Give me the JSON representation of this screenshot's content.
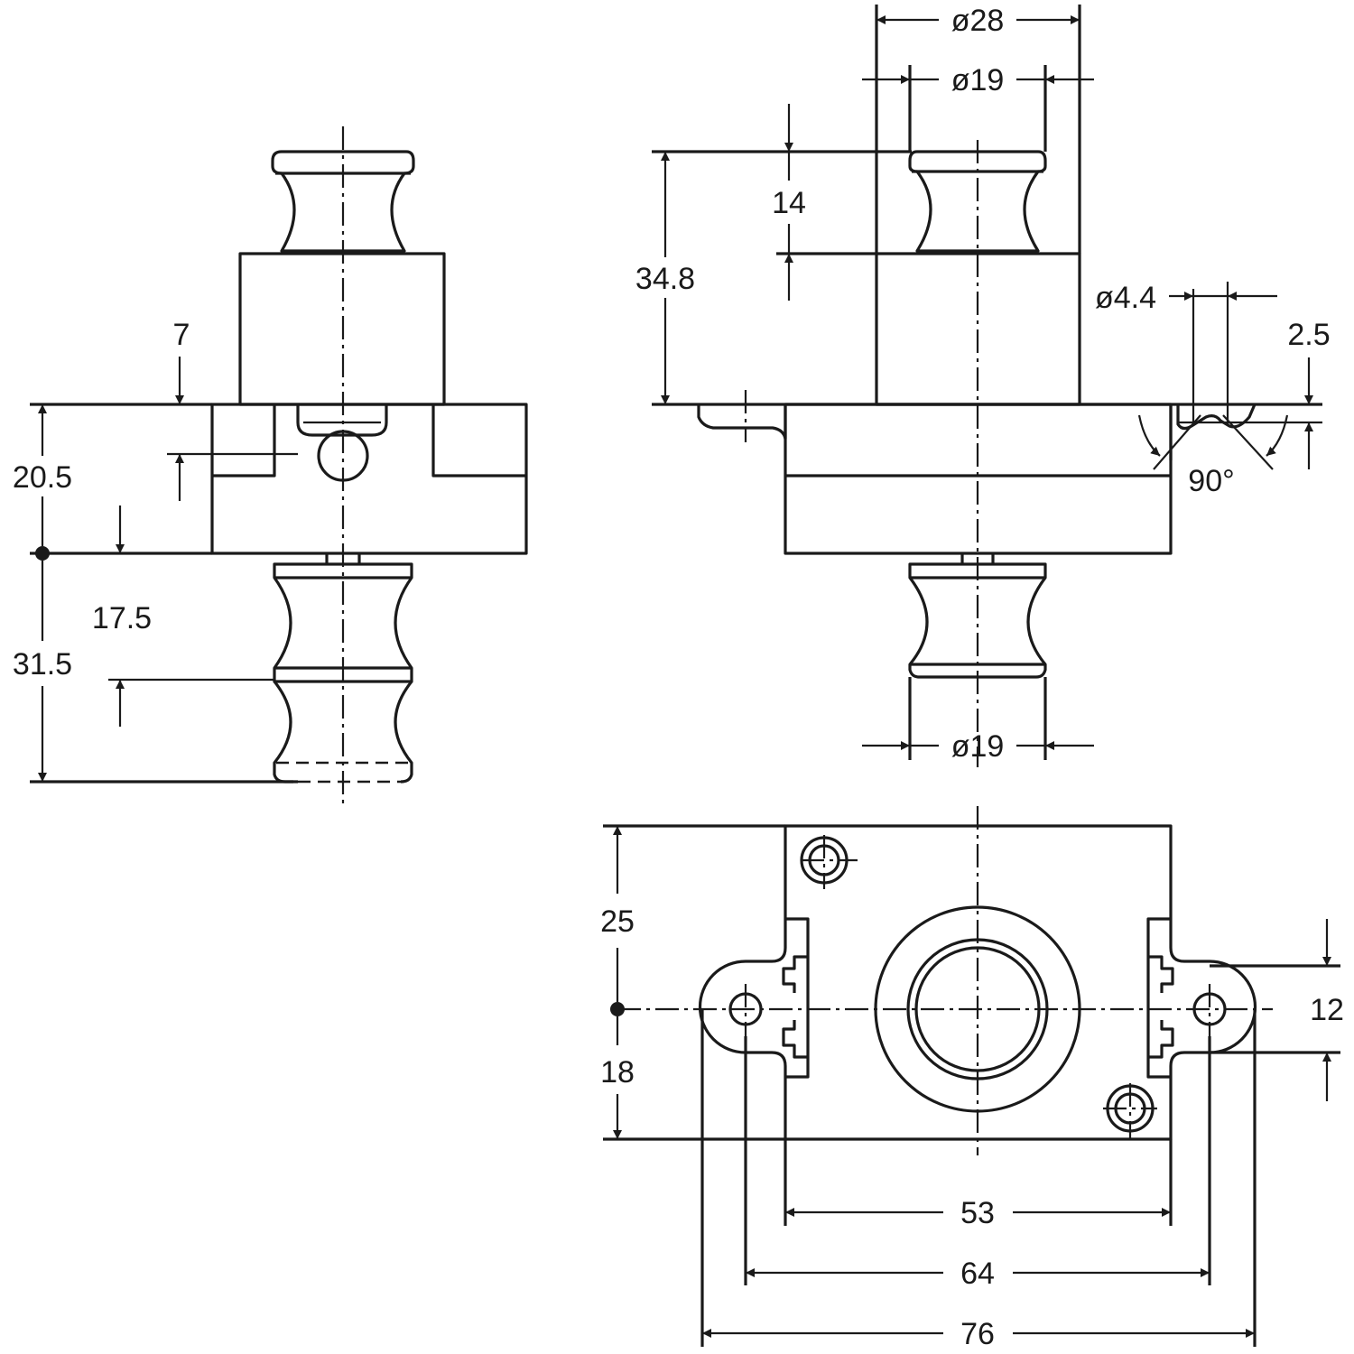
{
  "drawing": {
    "dimensions": {
      "d_28": "ø28",
      "d_19_top": "ø19",
      "d_19_bottom": "ø19",
      "h_14": "14",
      "h_34_8": "34.8",
      "d_4_4": "ø4.4",
      "h_2_5": "2.5",
      "angle_90": "90°",
      "h_7": "7",
      "h_20_5": "20.5",
      "h_17_5": "17.5",
      "h_31_5": "31.5",
      "h_25": "25",
      "h_18": "18",
      "h_12": "12",
      "w_53": "53",
      "w_64": "64",
      "w_76": "76"
    }
  }
}
